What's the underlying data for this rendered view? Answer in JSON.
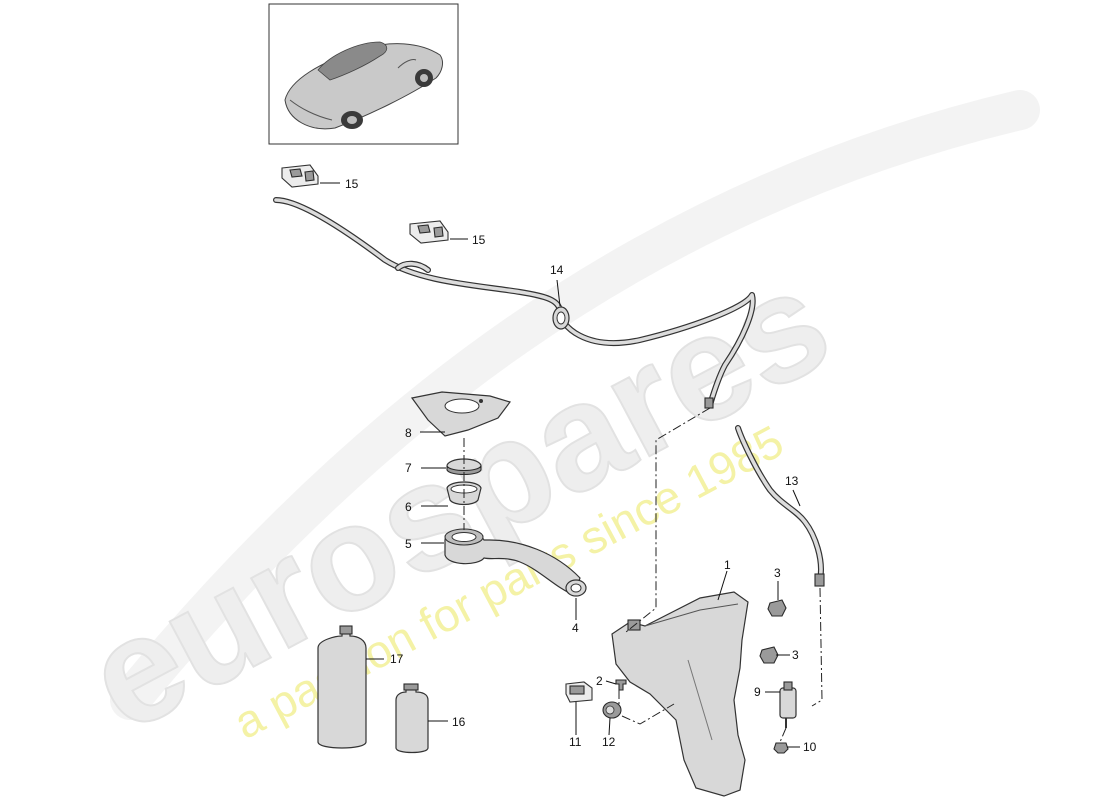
{
  "watermark": {
    "brand": "eurospares",
    "tagline": "a passion for parts since 1985"
  },
  "thumbnail": {
    "name": "vehicle-overview-thumbnail"
  },
  "callouts": [
    {
      "id": "c1",
      "label": "1"
    },
    {
      "id": "c2",
      "label": "2"
    },
    {
      "id": "c3a",
      "label": "3"
    },
    {
      "id": "c3b",
      "label": "3"
    },
    {
      "id": "c4",
      "label": "4"
    },
    {
      "id": "c5",
      "label": "5"
    },
    {
      "id": "c6",
      "label": "6"
    },
    {
      "id": "c7",
      "label": "7"
    },
    {
      "id": "c8",
      "label": "8"
    },
    {
      "id": "c9",
      "label": "9"
    },
    {
      "id": "c10",
      "label": "10"
    },
    {
      "id": "c11",
      "label": "11"
    },
    {
      "id": "c12",
      "label": "12"
    },
    {
      "id": "c13",
      "label": "13"
    },
    {
      "id": "c14",
      "label": "14"
    },
    {
      "id": "c15a",
      "label": "15"
    },
    {
      "id": "c15b",
      "label": "15"
    },
    {
      "id": "c16",
      "label": "16"
    },
    {
      "id": "c17",
      "label": "17"
    }
  ]
}
